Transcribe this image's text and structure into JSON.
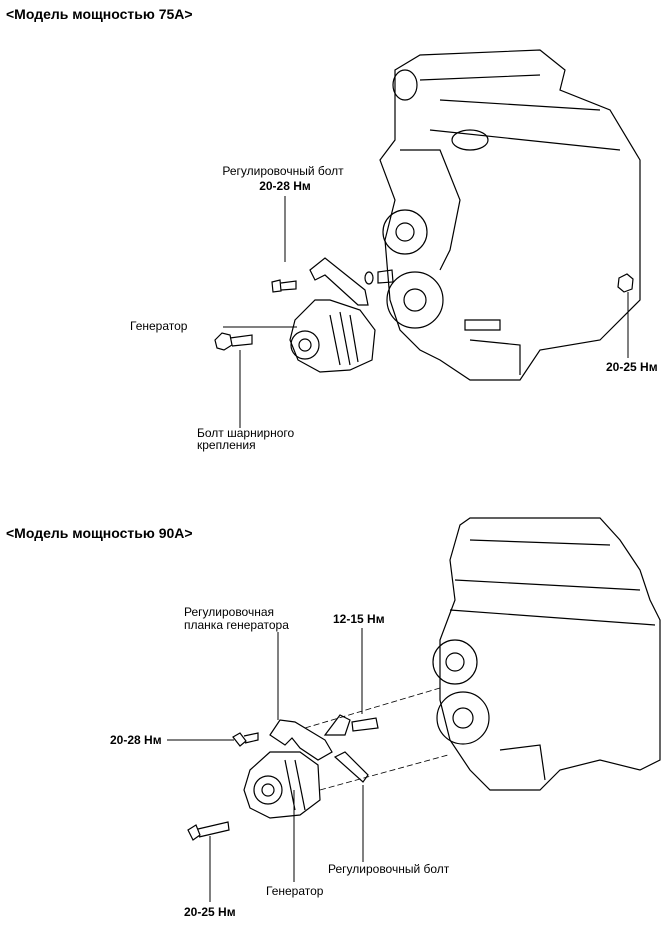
{
  "section_75a": {
    "title": "<Модель мощностью 75А>",
    "adjusting_bolt_label": "Регулировочный болт",
    "adjusting_bolt_torque": "20-28 Нм",
    "alternator_label": "Генератор",
    "pivot_bolt_label_line1": "Болт шарнирного",
    "pivot_bolt_label_line2": "крепления",
    "nut_torque": "20-25 Нм"
  },
  "section_90a": {
    "title": "<Модель мощностью 90А>",
    "brace_label_line1": "Регулировочная",
    "brace_label_line2": "планка генератора",
    "brace_bolt_torque": "12-15 Нм",
    "upper_bolt_torque": "20-28 Нм",
    "adjusting_bolt_label": "Регулировочный болт",
    "alternator_label": "Генератор",
    "pivot_bolt_torque": "20-25 Нм"
  }
}
